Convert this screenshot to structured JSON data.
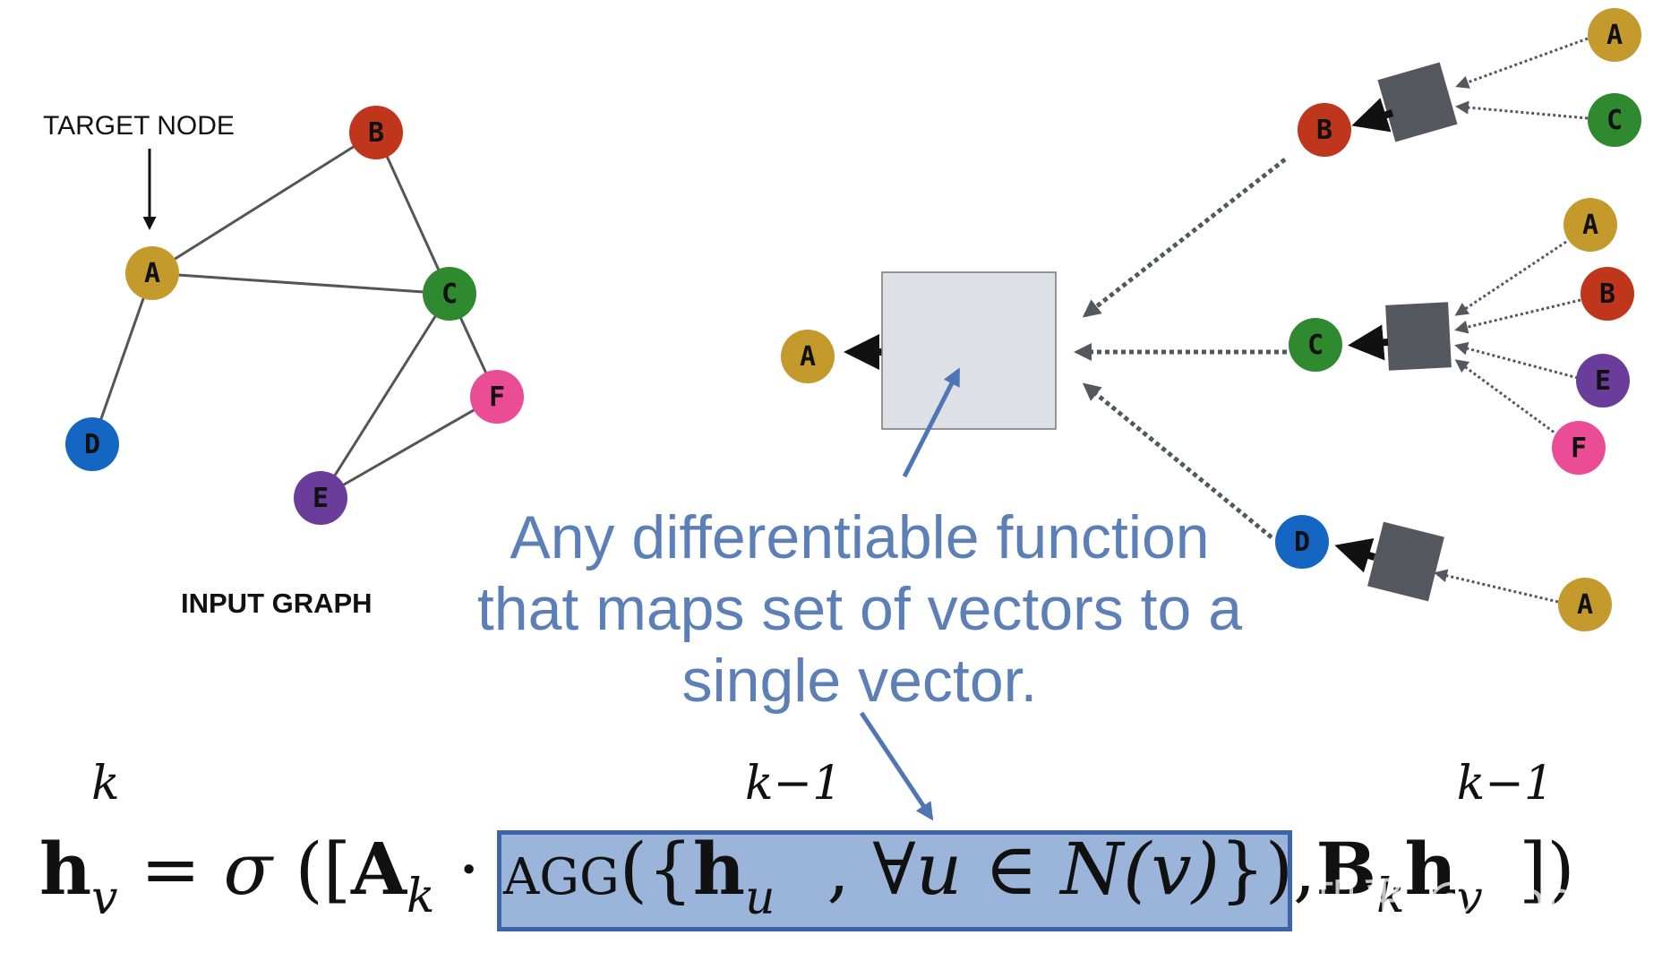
{
  "input_graph": {
    "target_label": "TARGET NODE",
    "caption": "INPUT GRAPH",
    "nodes": [
      {
        "id": "A",
        "color": "#c49a2c"
      },
      {
        "id": "B",
        "color": "#c0361c"
      },
      {
        "id": "C",
        "color": "#2f8a2f"
      },
      {
        "id": "D",
        "color": "#1466c2"
      },
      {
        "id": "E",
        "color": "#6a3d9a"
      },
      {
        "id": "F",
        "color": "#ea4d95"
      }
    ],
    "edges": [
      [
        "A",
        "B"
      ],
      [
        "A",
        "C"
      ],
      [
        "A",
        "D"
      ],
      [
        "B",
        "C"
      ],
      [
        "C",
        "E"
      ],
      [
        "C",
        "F"
      ],
      [
        "E",
        "F"
      ]
    ]
  },
  "computation_graph": {
    "root": "A",
    "level1": [
      {
        "node": "B",
        "neighbors": [
          "A",
          "C"
        ]
      },
      {
        "node": "C",
        "neighbors": [
          "A",
          "B",
          "E",
          "F"
        ]
      },
      {
        "node": "D",
        "neighbors": [
          "A"
        ]
      }
    ]
  },
  "callout": {
    "lines": [
      "Any differentiable function",
      "that maps set of vectors to a",
      "single vector."
    ]
  },
  "formula": {
    "lhs_h": "h",
    "lhs_sup": "k",
    "lhs_sub": "v",
    "equals": "=",
    "sigma": "σ",
    "open": "([",
    "A": "A",
    "A_sub": "k",
    "dot": "·",
    "agg": "AGG",
    "agg_open": "({",
    "h_u": "h",
    "h_u_sup": "k−1",
    "h_u_sub": "u",
    "comma_forall": ", ∀",
    "u": "u",
    "in": " ∈ ",
    "N": "N",
    "N_arg": "(v)",
    "agg_close": "})",
    "comma": ",",
    "B": "B",
    "B_sub": "k",
    "h_v": "h",
    "h_v_sup": "k−1",
    "h_v_sub": "v",
    "close": "])"
  },
  "watermark": "知乎 @Doggg",
  "colors": {
    "aggregator_box": "#54585e",
    "main_box": "#dde0e4",
    "callout_text": "#5b7fb6",
    "highlight_fill": "#9bb4d9",
    "highlight_border": "#3d64a8",
    "edge": "#555555"
  }
}
